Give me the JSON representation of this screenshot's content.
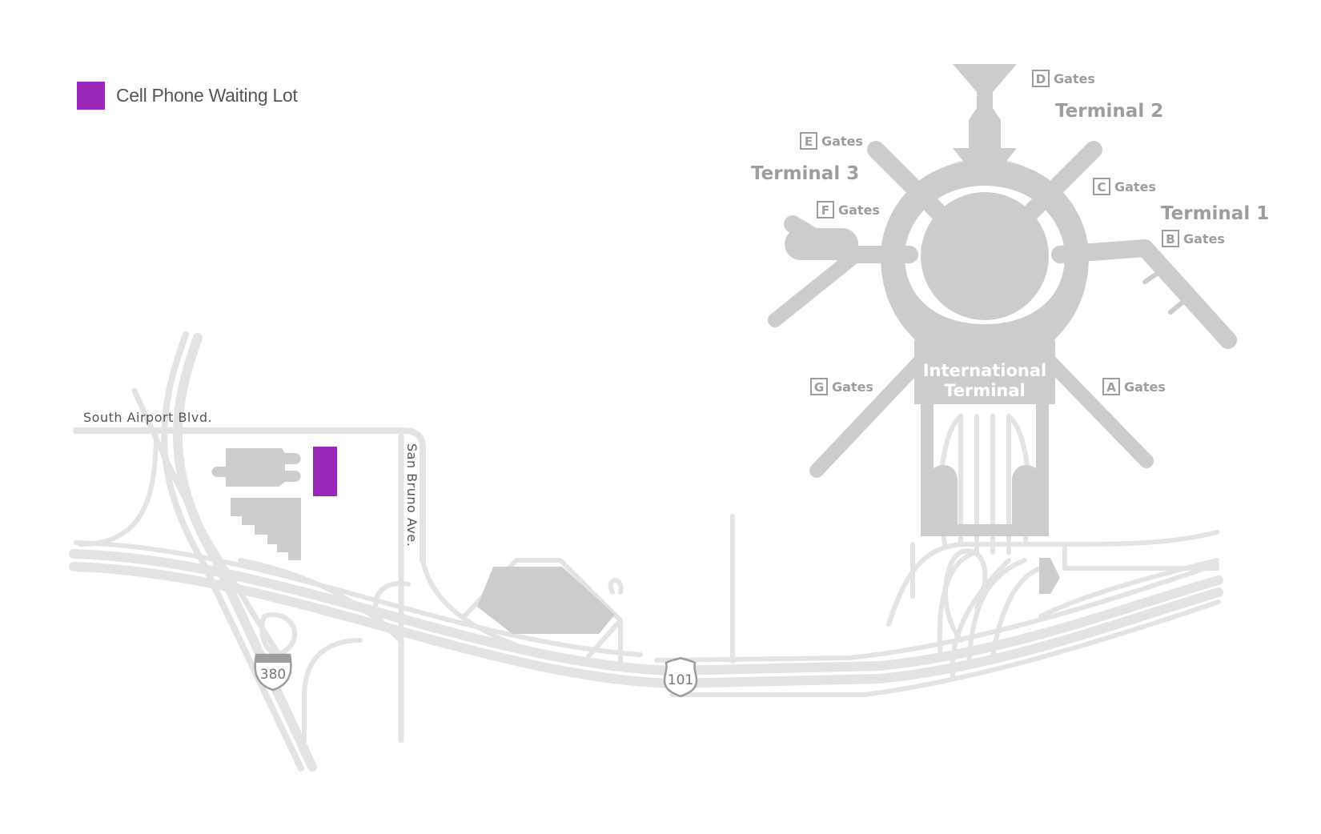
{
  "legend": {
    "label": "Cell Phone Waiting Lot"
  },
  "colors": {
    "waiting_lot": "#9b27b8",
    "roads": "#e2e3e3",
    "buildings": "#cbcdcd",
    "label_gray": "#9d9d9d"
  },
  "terminals": {
    "terminal_1": "Terminal 1",
    "terminal_2": "Terminal 2",
    "terminal_3": "Terminal 3",
    "international_line1": "International",
    "international_line2": "Terminal"
  },
  "gates": [
    {
      "letter": "D",
      "label": "Gates"
    },
    {
      "letter": "E",
      "label": "Gates"
    },
    {
      "letter": "C",
      "label": "Gates"
    },
    {
      "letter": "F",
      "label": "Gates"
    },
    {
      "letter": "B",
      "label": "Gates"
    },
    {
      "letter": "G",
      "label": "Gates"
    },
    {
      "letter": "A",
      "label": "Gates"
    }
  ],
  "streets": {
    "south_airport": "South Airport Blvd.",
    "san_bruno": "San Bruno Ave."
  },
  "highways": {
    "i380": "380",
    "us101": "101"
  },
  "icons": {
    "interstate": "interstate-shield-icon",
    "us_route": "us-route-shield-icon"
  }
}
